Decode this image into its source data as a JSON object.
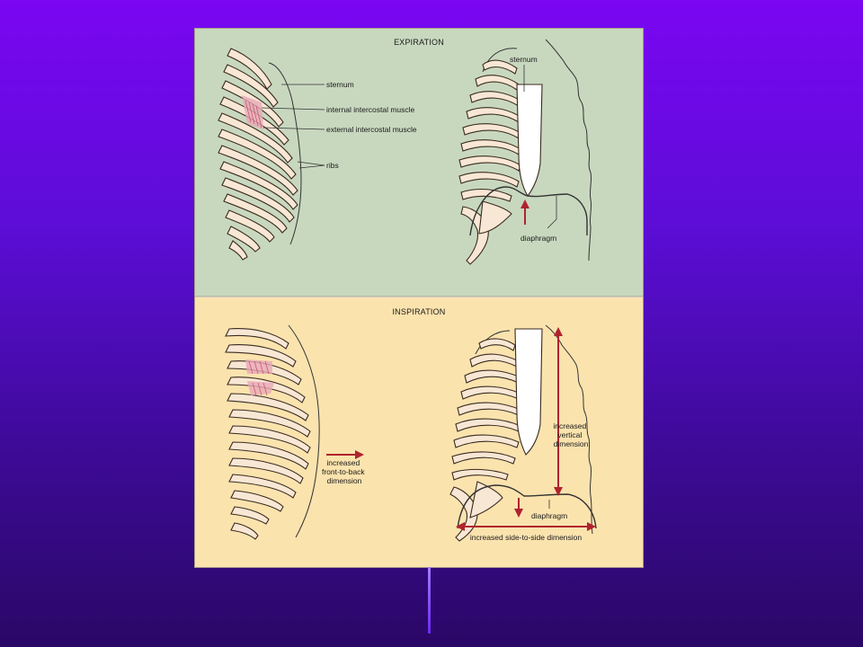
{
  "panels": {
    "expiration": {
      "title": "EXPIRATION",
      "background": "#c8d8bf",
      "labels": {
        "sternum_side": "sternum",
        "internal_muscle": "internal intercostal muscle",
        "external_muscle": "external intercostal muscle",
        "ribs": "ribs",
        "sternum_front": "sternum",
        "diaphragm": "diaphragm"
      }
    },
    "inspiration": {
      "title": "INSPIRATION",
      "background": "#fbe3ae",
      "labels": {
        "front_to_back": [
          "increased",
          "front-to-back",
          "dimension"
        ],
        "vertical": [
          "increased",
          "vertical",
          "dimension"
        ],
        "diaphragm": "diaphragm",
        "side_to_side": "increased side-to-side dimension"
      }
    }
  },
  "colors": {
    "background_top": "#7a06f2",
    "background_bottom": "#2a0866",
    "bone": "#f8e7d4",
    "arrow": "#b0232e",
    "muscle": "#e9a9b8"
  }
}
